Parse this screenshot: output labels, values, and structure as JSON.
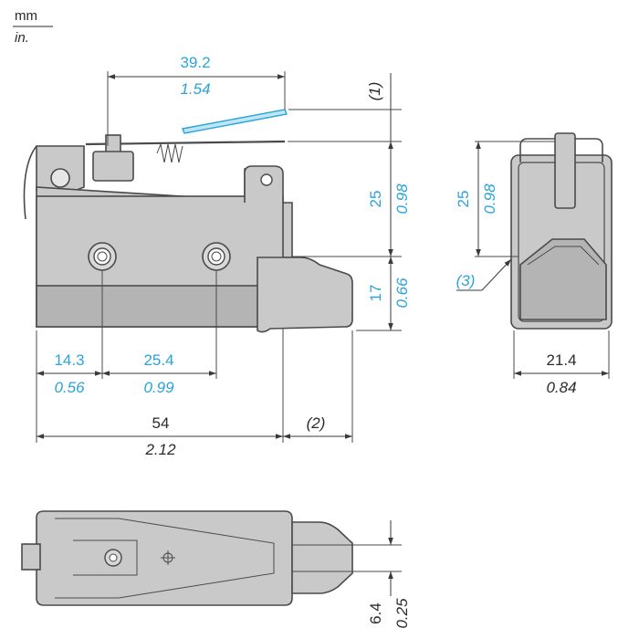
{
  "units": {
    "top": "mm",
    "bottom": "in."
  },
  "front_view": {
    "lever_length": {
      "mm": "39.2",
      "in": "1.54"
    },
    "note1": "(1)",
    "height_upper": {
      "mm": "25",
      "in": "0.98"
    },
    "height_lower": {
      "mm": "17",
      "in": "0.66"
    },
    "hole_offset": {
      "mm": "14.3",
      "in": "0.56"
    },
    "hole_spacing": {
      "mm": "25.4",
      "in": "0.99"
    },
    "body_length": {
      "mm": "54",
      "in": "2.12"
    },
    "note2": "(2)"
  },
  "side_view": {
    "height": {
      "mm": "25",
      "in": "0.98"
    },
    "note3": "(3)",
    "width": {
      "mm": "21.4",
      "in": "0.84"
    }
  },
  "bottom_view": {
    "plunger": {
      "mm": "6.4",
      "in": "0.25"
    }
  },
  "colors": {
    "dimension_text": "#2aa3d8",
    "body": "#c9c9c9",
    "lines": "#3a3a3a"
  }
}
